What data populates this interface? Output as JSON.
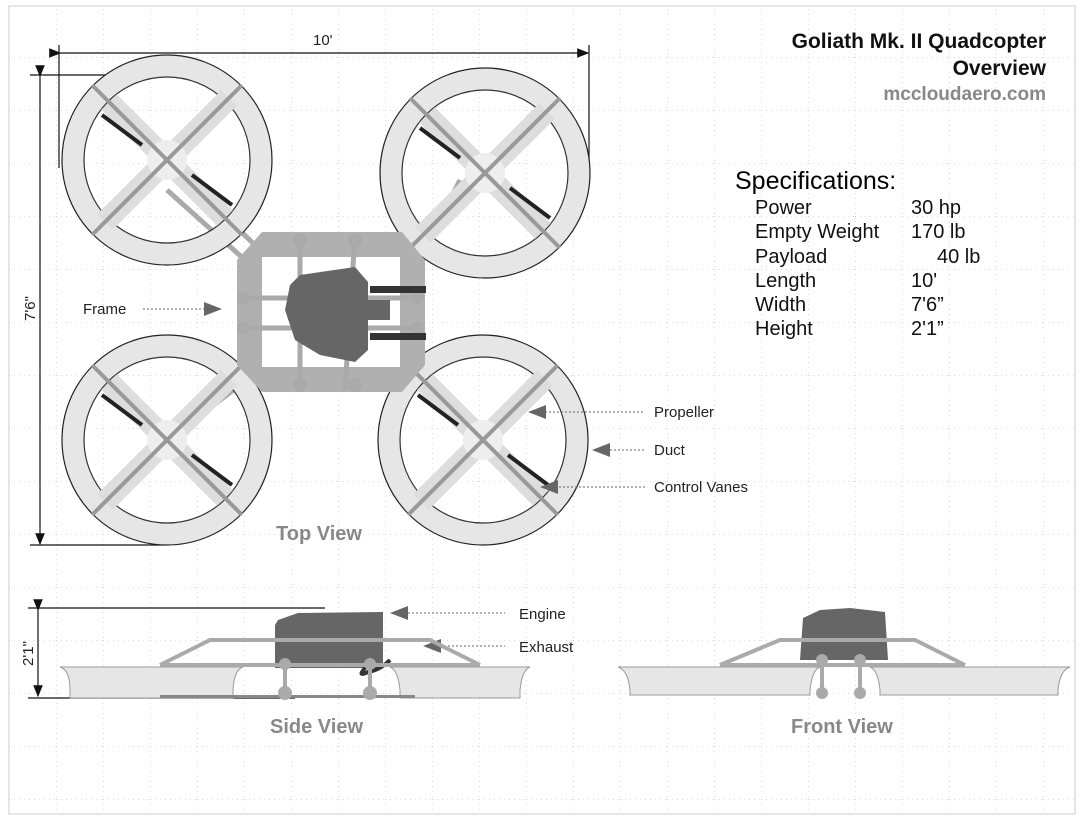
{
  "title": {
    "line1": "Goliath Mk. II Quadcopter",
    "line2": "Overview",
    "site": "mccloudaero.com"
  },
  "specs": {
    "heading": "Specifications:",
    "rows": [
      {
        "name": "Power",
        "value": "30 hp"
      },
      {
        "name": "Empty Weight",
        "value": "170 lb"
      },
      {
        "name": "Payload",
        "value": "40 lb"
      },
      {
        "name": "Length",
        "value": "10'"
      },
      {
        "name": "Width",
        "value": "7'6”"
      },
      {
        "name": "Height",
        "value": "2'1”"
      }
    ]
  },
  "dimensions": {
    "length": "10'",
    "width": "7'6\"",
    "height": "2'1\""
  },
  "callouts": {
    "frame": "Frame",
    "propeller": "Propeller",
    "duct": "Duct",
    "vanes": "Control Vanes",
    "engine": "Engine",
    "exhaust": "Exhaust"
  },
  "views": {
    "top": "Top View",
    "side": "Side View",
    "front": "Front View"
  },
  "colors": {
    "engine": "#666666",
    "frame": "#aaaaaa",
    "duct": "#e6e6e6",
    "exhaust": "#333333"
  }
}
